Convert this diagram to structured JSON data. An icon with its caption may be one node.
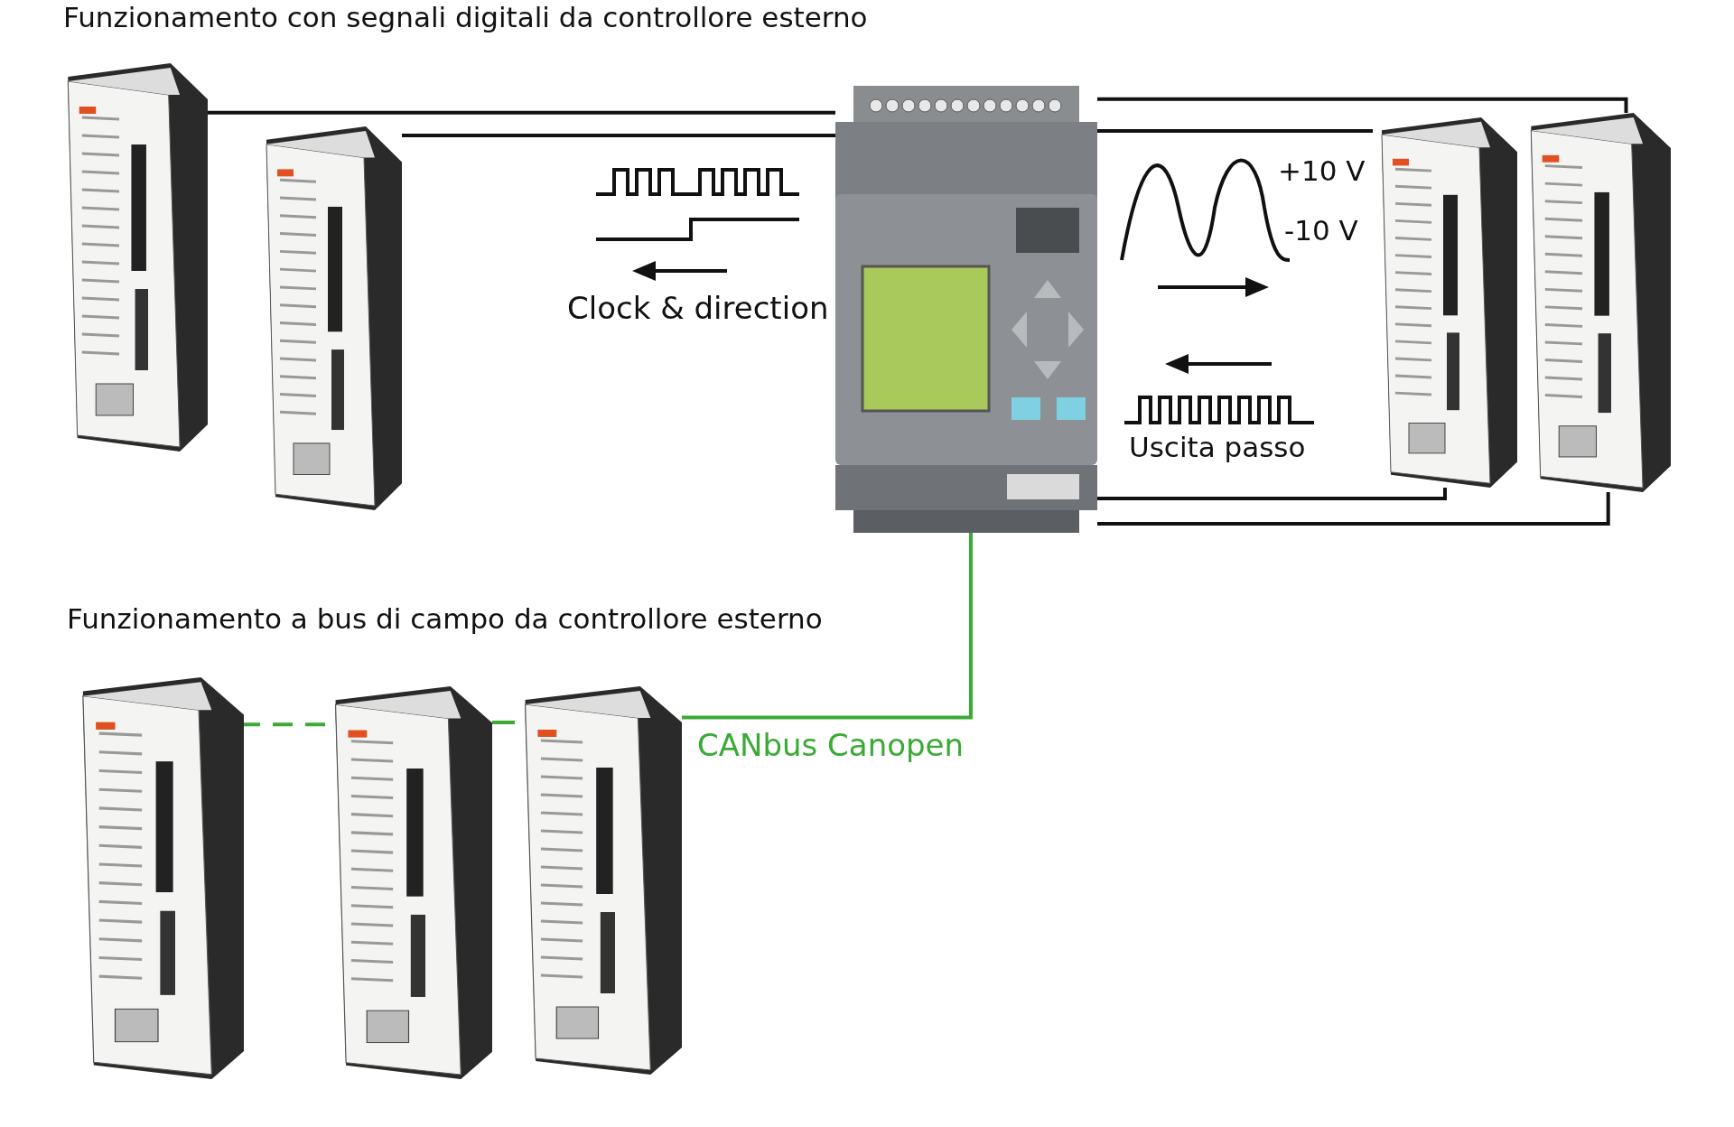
{
  "diagram": {
    "nodes": [
      {
        "text": [],
        "shape": "picture"
      },
      {
        "text": [],
        "shape": "picture"
      },
      {
        "text": [],
        "shape": "picture"
      },
      {
        "text": [],
        "shape": "picture"
      },
      {
        "text": [],
        "shape": "picture"
      },
      {
        "text": [],
        "shape": "picture"
      },
      {
        "text": [],
        "shape": "picture"
      },
      {
        "text": [],
        "shape": "picture"
      }
    ],
    "edges": [
      {
        "from": 2,
        "to": 0,
        "arrow": "none"
      },
      {
        "from": 2,
        "to": 1,
        "arrow": "none"
      },
      {
        "from": 2,
        "to": 4,
        "arrow": "none"
      },
      {
        "from": 2,
        "to": 3,
        "arrow": "none"
      },
      {
        "from": 2,
        "to": 3,
        "arrow": "none"
      },
      {
        "from": 2,
        "to": 4,
        "arrow": "none"
      },
      {
        "from": 2,
        "to": 7,
        "arrow": "none",
        "label": "CANbus Canopen",
        "color": "#3aaa35"
      },
      {
        "from": 7,
        "to": 6,
        "arrow": "none",
        "color": "#3aaa35"
      },
      {
        "from": 6,
        "to": 5,
        "arrow": "none",
        "style": "dashed",
        "color": "#3aaa35"
      }
    ],
    "labels": [
      "Funzionamento con segnali digitali da controllore esterno",
      "Clock & direction",
      "+10 V",
      "-10 V",
      "Uscita passo",
      "Funzionamento a bus di campo da controllore esterno"
    ]
  }
}
